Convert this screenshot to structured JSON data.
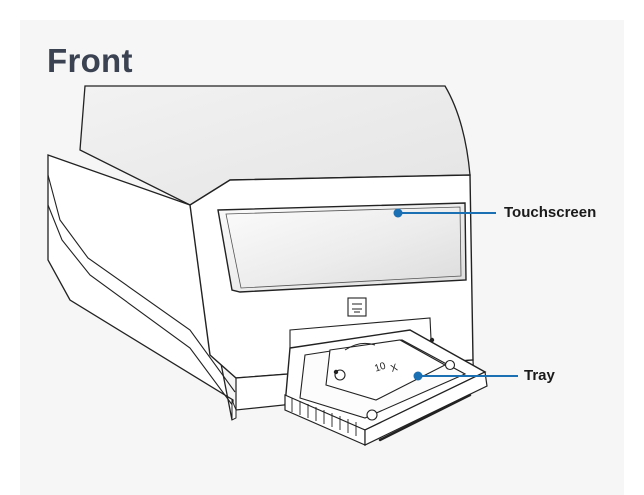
{
  "title": "Front",
  "callouts": {
    "touchscreen": "Touchscreen",
    "tray": "Tray"
  },
  "tray_logo": {
    "top": "10",
    "bottom": "X"
  },
  "colors": {
    "background_card": "#f6f6f6",
    "title": "#3b4252",
    "callout_dot": "#1b6fb3",
    "line_art": "#222222"
  }
}
